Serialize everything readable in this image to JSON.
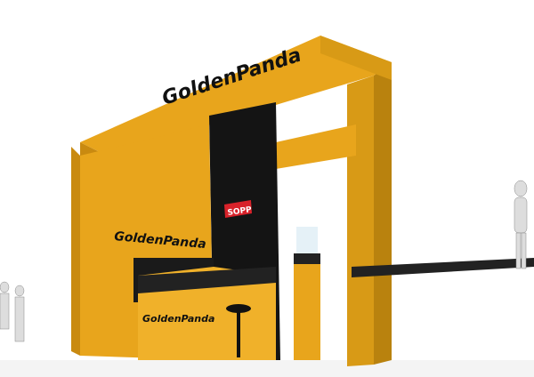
{
  "scene": {
    "description": "3D render of a yellow exhibition booth",
    "brand_top": "GoldenPanda",
    "brand_wall": "GoldenPanda",
    "brand_counter": "GoldenPanda",
    "sign_red": "SOPP",
    "colors": {
      "yellow": "#E8A51C",
      "yellow_dark": "#C98A10",
      "black": "#111111",
      "red": "#D8222A",
      "floor": "#F2F2F2"
    }
  }
}
